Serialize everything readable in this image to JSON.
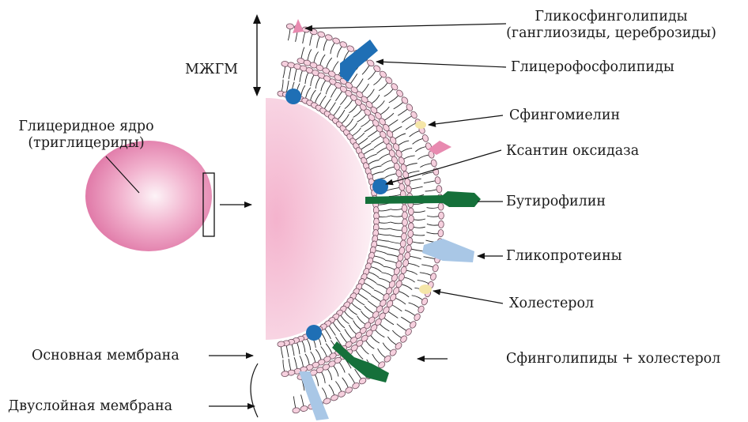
{
  "labels": {
    "glycosphingolipids": "Гликосфинголипиды",
    "glycosphingolipids_sub": "(ганглиозиды, цереброзиды)",
    "glycerophospholipids": "Глицерофосфолипиды",
    "mfgm": "МЖГМ",
    "glyceride_core": "Глицеридное ядро",
    "glyceride_core_sub": "(триглицериды)",
    "sphingomyelin": "Сфингомиелин",
    "xanthine_oxidase": "Ксантин оксидаза",
    "butyrophilin": "Бутирофилин",
    "glycoproteins": "Гликопротеины",
    "cholesterol": "Холестерол",
    "sphingolipids_cholesterol": "Сфинголипиды + холестерол",
    "base_membrane": "Основная мембрана",
    "bilayer_membrane": "Двуслойная  мембрана"
  },
  "colors": {
    "core_center": "#fbe6ee",
    "core_edge": "#e27aa8",
    "lipid_head": "#f6d0de",
    "lipid_head_stroke": "#6b4a5a",
    "tail": "#222222",
    "xanthine_oxidase": "#1f6fb5",
    "butyrophilin": "#15703a",
    "glycoprotein": "#a9c7e6",
    "glycosphingolipid": "#e88ab0",
    "cholesterol": "#f5e6a8",
    "text": "#1a1a1a"
  }
}
